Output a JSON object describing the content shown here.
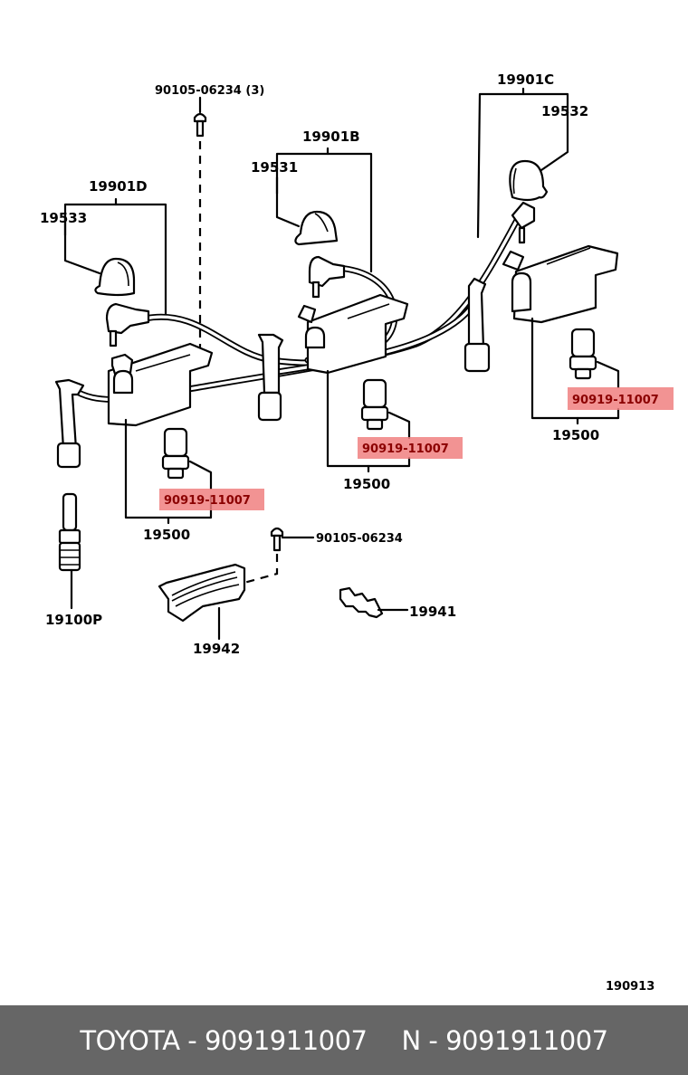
{
  "diagram": {
    "title": "Ignition coil & spark plug wiring diagram",
    "diagram_code": "190913",
    "labels": {
      "bolt_top": "90105-06234 (3)",
      "wire_set_b": "19901B",
      "wire_set_c": "19901C",
      "wire_set_d": "19901D",
      "boot_19531": "19531",
      "boot_19532": "19532",
      "boot_19533": "19533",
      "coil_left": "19500",
      "coil_center": "19500",
      "coil_right": "19500",
      "highlight_left": "90919-11007",
      "highlight_center": "90919-11007",
      "highlight_right": "90919-11007",
      "spark_plug": "19100P",
      "bolt_bottom": "90105-06234",
      "clamp_19941": "19941",
      "bracket_19942": "19942"
    },
    "highlight_color": "#f08080"
  },
  "footer": {
    "brand": "TOYOTA",
    "separator": "-",
    "part_number": "9091911007",
    "alt_prefix": "N",
    "alt_part_number": "9091911007"
  }
}
